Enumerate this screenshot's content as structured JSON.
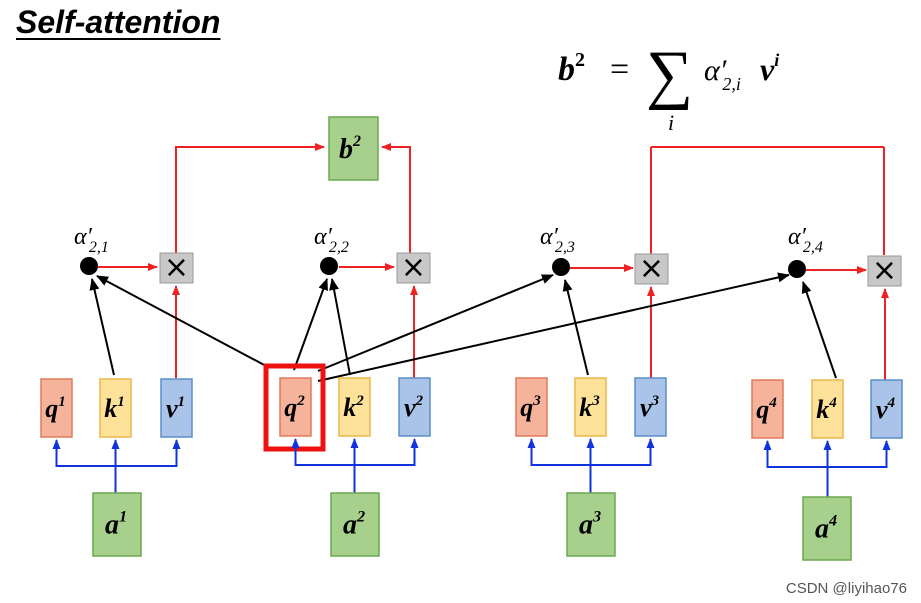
{
  "title": "Self-attention",
  "formula": {
    "lhs": "b",
    "lhs_sup": "2",
    "equals": "=",
    "sum": "∑",
    "sum_index": "i",
    "alpha": "α′",
    "alpha_sub": "2,i",
    "v": "v",
    "v_sup": "i"
  },
  "output_box": {
    "base": "b",
    "sup": "2"
  },
  "columns": [
    {
      "q": "q",
      "k": "k",
      "v": "v",
      "a": "a",
      "sup": "1",
      "alpha": "α′",
      "alpha_sub": "2,1"
    },
    {
      "q": "q",
      "k": "k",
      "v": "v",
      "a": "a",
      "sup": "2",
      "alpha": "α′",
      "alpha_sub": "2,2"
    },
    {
      "q": "q",
      "k": "k",
      "v": "v",
      "a": "a",
      "sup": "3",
      "alpha": "α′",
      "alpha_sub": "2,3"
    },
    {
      "q": "q",
      "k": "k",
      "v": "v",
      "a": "a",
      "sup": "4",
      "alpha": "α′",
      "alpha_sub": "2,4"
    }
  ],
  "multiply_symbol": "×",
  "highlighted": "q2",
  "colors": {
    "q_fill": "#f4b39a",
    "q_stroke": "#e07b5a",
    "k_fill": "#ffe29a",
    "k_stroke": "#e8b84a",
    "v_fill": "#a9c4e8",
    "v_stroke": "#5b8fc9",
    "a_fill": "#a8d08d",
    "a_stroke": "#6aa84f",
    "mult_fill": "#c8c8c8",
    "red": "#ee2222",
    "blue": "#1133dd",
    "highlight": "#ee1111"
  },
  "watermark": "CSDN @liyihao76"
}
